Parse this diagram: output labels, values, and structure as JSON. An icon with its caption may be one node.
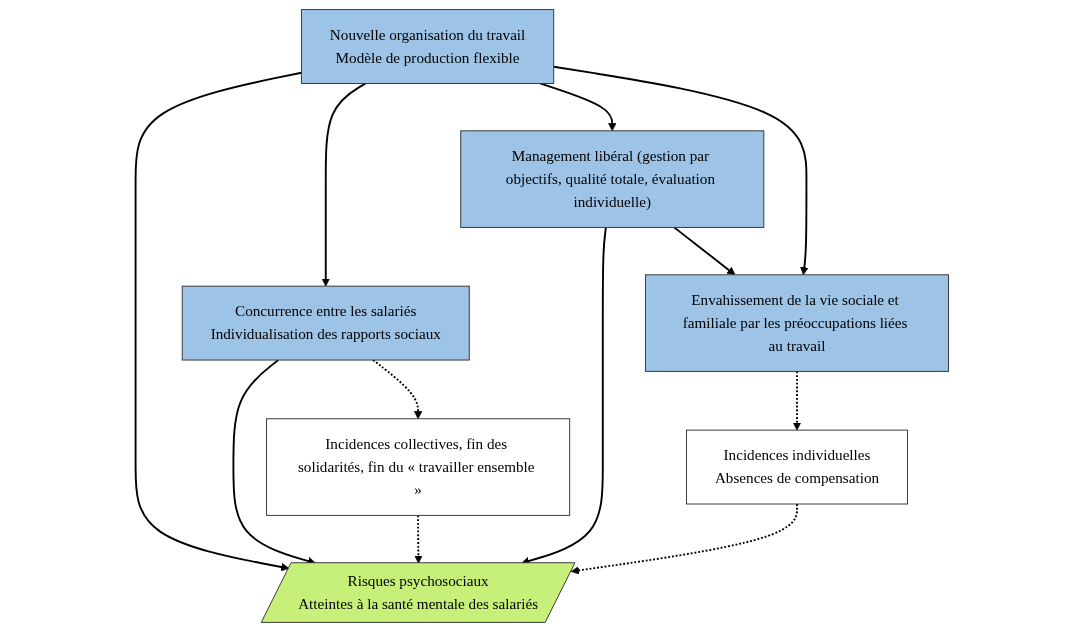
{
  "diagram": {
    "nodes": [
      {
        "text": [
          "Nouvelle organisation du travail",
          "Modèle de production flexible"
        ]
      },
      {
        "text": [
          "Concurrence entre les salariés",
          "Individualisation des rapports sociaux"
        ]
      },
      {
        "text": [
          "Risques psychosociaux",
          "Atteintes à la santé mentale des salariés"
        ]
      },
      {
        "text": [
          "Incidences collectives, fin des solidarités, fin du « travailler ensemble »"
        ]
      },
      {
        "text": [
          "Management libéral (gestion par objectifs, qualité totale, évaluation individuelle)"
        ]
      },
      {
        "text": [
          "Incidences individuelles",
          "Absences de compensation"
        ]
      },
      {
        "text": [
          "Envahissement de la vie sociale et familiale par les préoccupations liées au travail"
        ]
      }
    ],
    "edges": [
      {
        "from": 0,
        "to": 1,
        "arrow": "to"
      },
      {
        "from": 0,
        "to": 2,
        "arrow": "to"
      },
      {
        "from": 1,
        "to": 2,
        "arrow": "to"
      },
      {
        "from": 1,
        "to": 3,
        "arrow": "to",
        "style": "dashed"
      },
      {
        "from": 3,
        "to": 2,
        "arrow": "to",
        "style": "dashed"
      },
      {
        "from": 0,
        "to": 4,
        "arrow": "to"
      },
      {
        "from": 4,
        "to": 2,
        "arrow": "to"
      },
      {
        "from": 4,
        "to": 6,
        "arrow": "to"
      },
      {
        "from": 0,
        "to": 6,
        "arrow": "to"
      },
      {
        "from": 6,
        "to": 5,
        "arrow": "to",
        "style": "dashed"
      },
      {
        "from": 5,
        "to": 2,
        "arrow": "to",
        "style": "dashed"
      }
    ]
  }
}
